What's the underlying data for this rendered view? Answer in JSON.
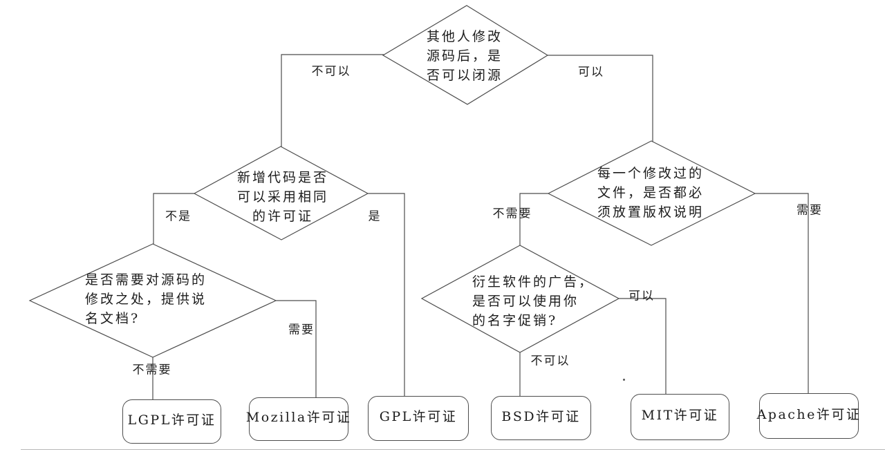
{
  "diagram": {
    "decisions": {
      "d1": {
        "text": "其他人修改\n源码后，是\n否可以闭源"
      },
      "d2": {
        "text": "新增代码是否\n可以采用相同\n的许可证"
      },
      "d3": {
        "text": "是否需要对源码的\n修改之处，提供说\n名文档?"
      },
      "d4": {
        "text": "每一个修改过的\n文件，是否都必\n须放置版权说明"
      },
      "d5": {
        "text": "衍生软件的广告，\n是否可以使用你\n的名字促销?"
      }
    },
    "edge_labels": {
      "d1_no": "不可以",
      "d1_yes": "可以",
      "d2_no": "不是",
      "d2_yes": "是",
      "d3_yes": "需要",
      "d3_no": "不需要",
      "d4_no": "不需要",
      "d4_yes": "需要",
      "d5_yes": "可以",
      "d5_no": "不可以"
    },
    "licenses": {
      "lgpl": "LGPL许可证",
      "mozilla": "Mozilla许可证",
      "gpl": "GPL许可证",
      "bsd": "BSD许可证",
      "mit": "MIT许可证",
      "apache": "Apache许可证"
    },
    "colors": {
      "line": "#4c4c4c",
      "faint_line": "#b8b8b8",
      "text": "#1c1c1c",
      "background": "#ffffff"
    }
  }
}
